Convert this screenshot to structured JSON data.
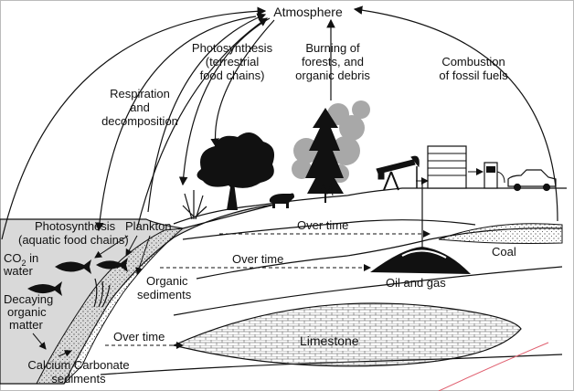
{
  "labels": {
    "atmosphere": "Atmosphere",
    "photosynthesis_terrestrial": [
      "Photosynthesis",
      "(terrestrial",
      "food chains)"
    ],
    "burning": [
      "Burning of",
      "forests, and",
      "organic debris"
    ],
    "combustion": [
      "Combustion",
      "of fossil fuels"
    ],
    "respiration": [
      "Respiration",
      "and",
      "decomposition"
    ],
    "photosynthesis_aquatic": [
      "Photosynthesis",
      "(aquatic food chains)"
    ],
    "plankton": "Plankton",
    "co2_in_water": {
      "line1_main": "CO",
      "line1_sub": "2",
      "line1_rest": " in",
      "line2": "water"
    },
    "decaying": [
      "Decaying",
      "organic",
      "matter"
    ],
    "organic_sediments": [
      "Organic",
      "sediments"
    ],
    "over_time_1": "Over time",
    "over_time_2": "Over time",
    "over_time_3": "Over time",
    "coal": "Coal",
    "oil_and_gas": "Oil and gas",
    "limestone": "Limestone",
    "calcium_carbonate": [
      "Calcium Carbonate",
      "sediments"
    ]
  },
  "colors": {
    "water": "#d9d9d9",
    "ink": "#111111",
    "smoke": "#9a9a9a",
    "watermark": "#e06070"
  }
}
